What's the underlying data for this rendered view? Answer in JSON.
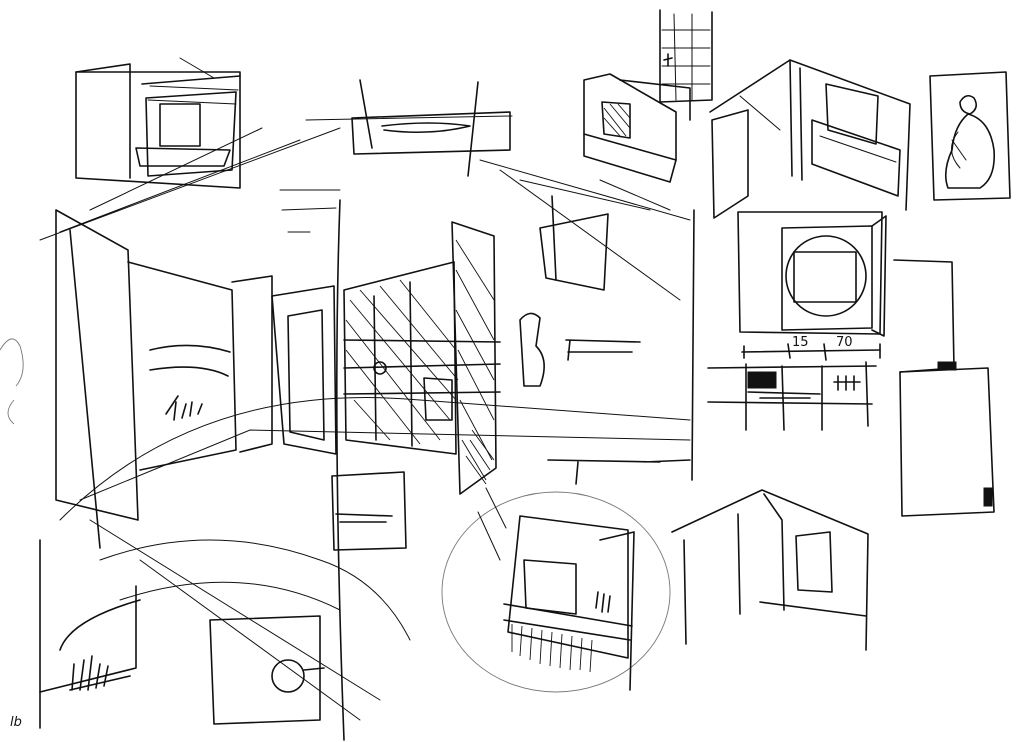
{
  "sketch": {
    "dimension_left": "15",
    "dimension_right": "70",
    "signature": "lb"
  }
}
